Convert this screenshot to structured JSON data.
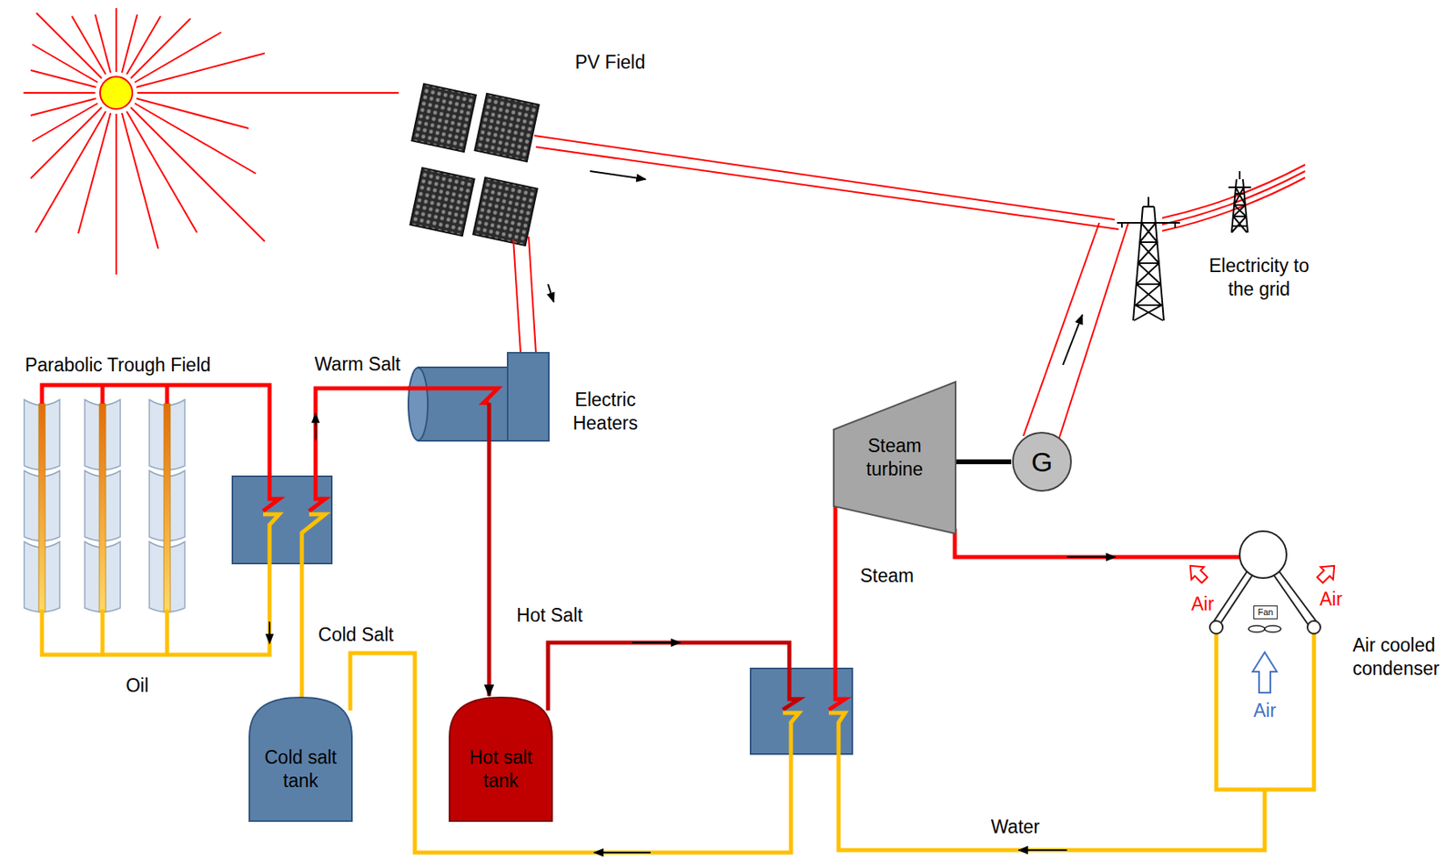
{
  "diagram": {
    "nodes": [
      {
        "text": [
          "Electric Heaters"
        ]
      },
      {
        "text": [
          "Steam turbine"
        ]
      },
      {
        "text": [
          "G"
        ]
      },
      {
        "text": [
          "Cold salt tank"
        ]
      },
      {
        "text": [
          "Hot salt tank"
        ]
      },
      {
        "text": [
          "Fan"
        ]
      }
    ],
    "edges": [
      {
        "from": 1,
        "to": 2,
        "arrow": "none"
      },
      {
        "from": 0,
        "to": 4,
        "arrow": "to"
      }
    ],
    "labels": [
      "PV Field",
      "Electricity to the grid",
      "Parabolic Trough Field",
      "Warm Salt",
      "Steam",
      "Hot Salt",
      "Cold Salt",
      "Oil",
      "Air",
      "Air",
      "Air",
      "Air cooled condenser",
      "Water"
    ]
  }
}
